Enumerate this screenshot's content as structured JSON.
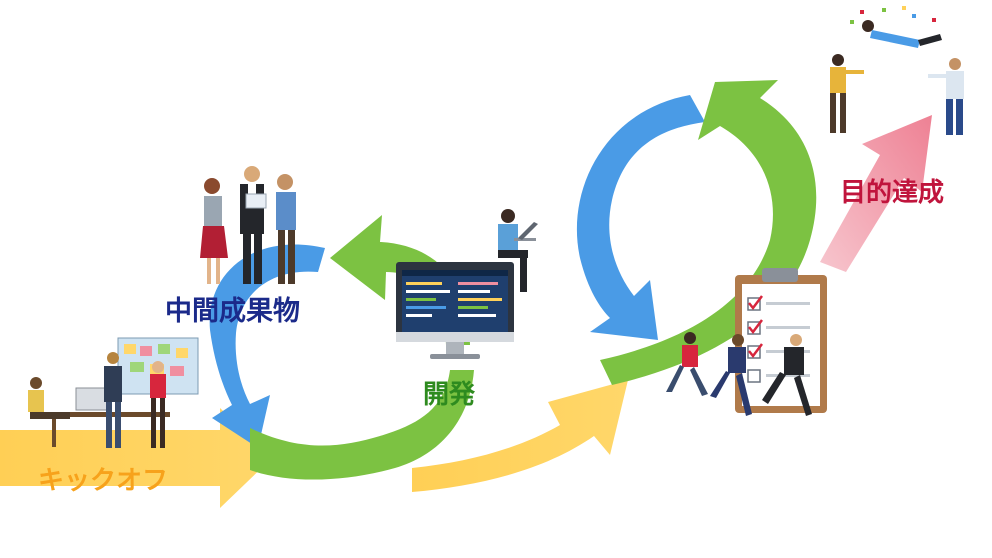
{
  "labels": {
    "kickoff": "キックオフ",
    "interim_deliverable": "中間成果物",
    "development": "開発",
    "goal_achieved": "目的達成"
  },
  "colors": {
    "kickoff": "#f7a21b",
    "interim_deliverable": "#1b2a8a",
    "development": "#2e8b1f",
    "goal_achieved": "#c0143c",
    "arrow_yellow": "#ffd15a",
    "arrow_green": "#7cc242",
    "arrow_blue": "#4a9be6",
    "arrow_pink": "#f08fa0"
  },
  "icons": {
    "team_meeting": "kickoff-team-meeting-illustration",
    "review_group": "business-review-group-illustration",
    "developer": "developer-at-laptop-illustration",
    "monitor": "code-monitor-illustration",
    "checklist": "checklist-clipboard-illustration",
    "runners": "running-business-people-illustration",
    "celebration": "celebrating-people-illustration"
  }
}
